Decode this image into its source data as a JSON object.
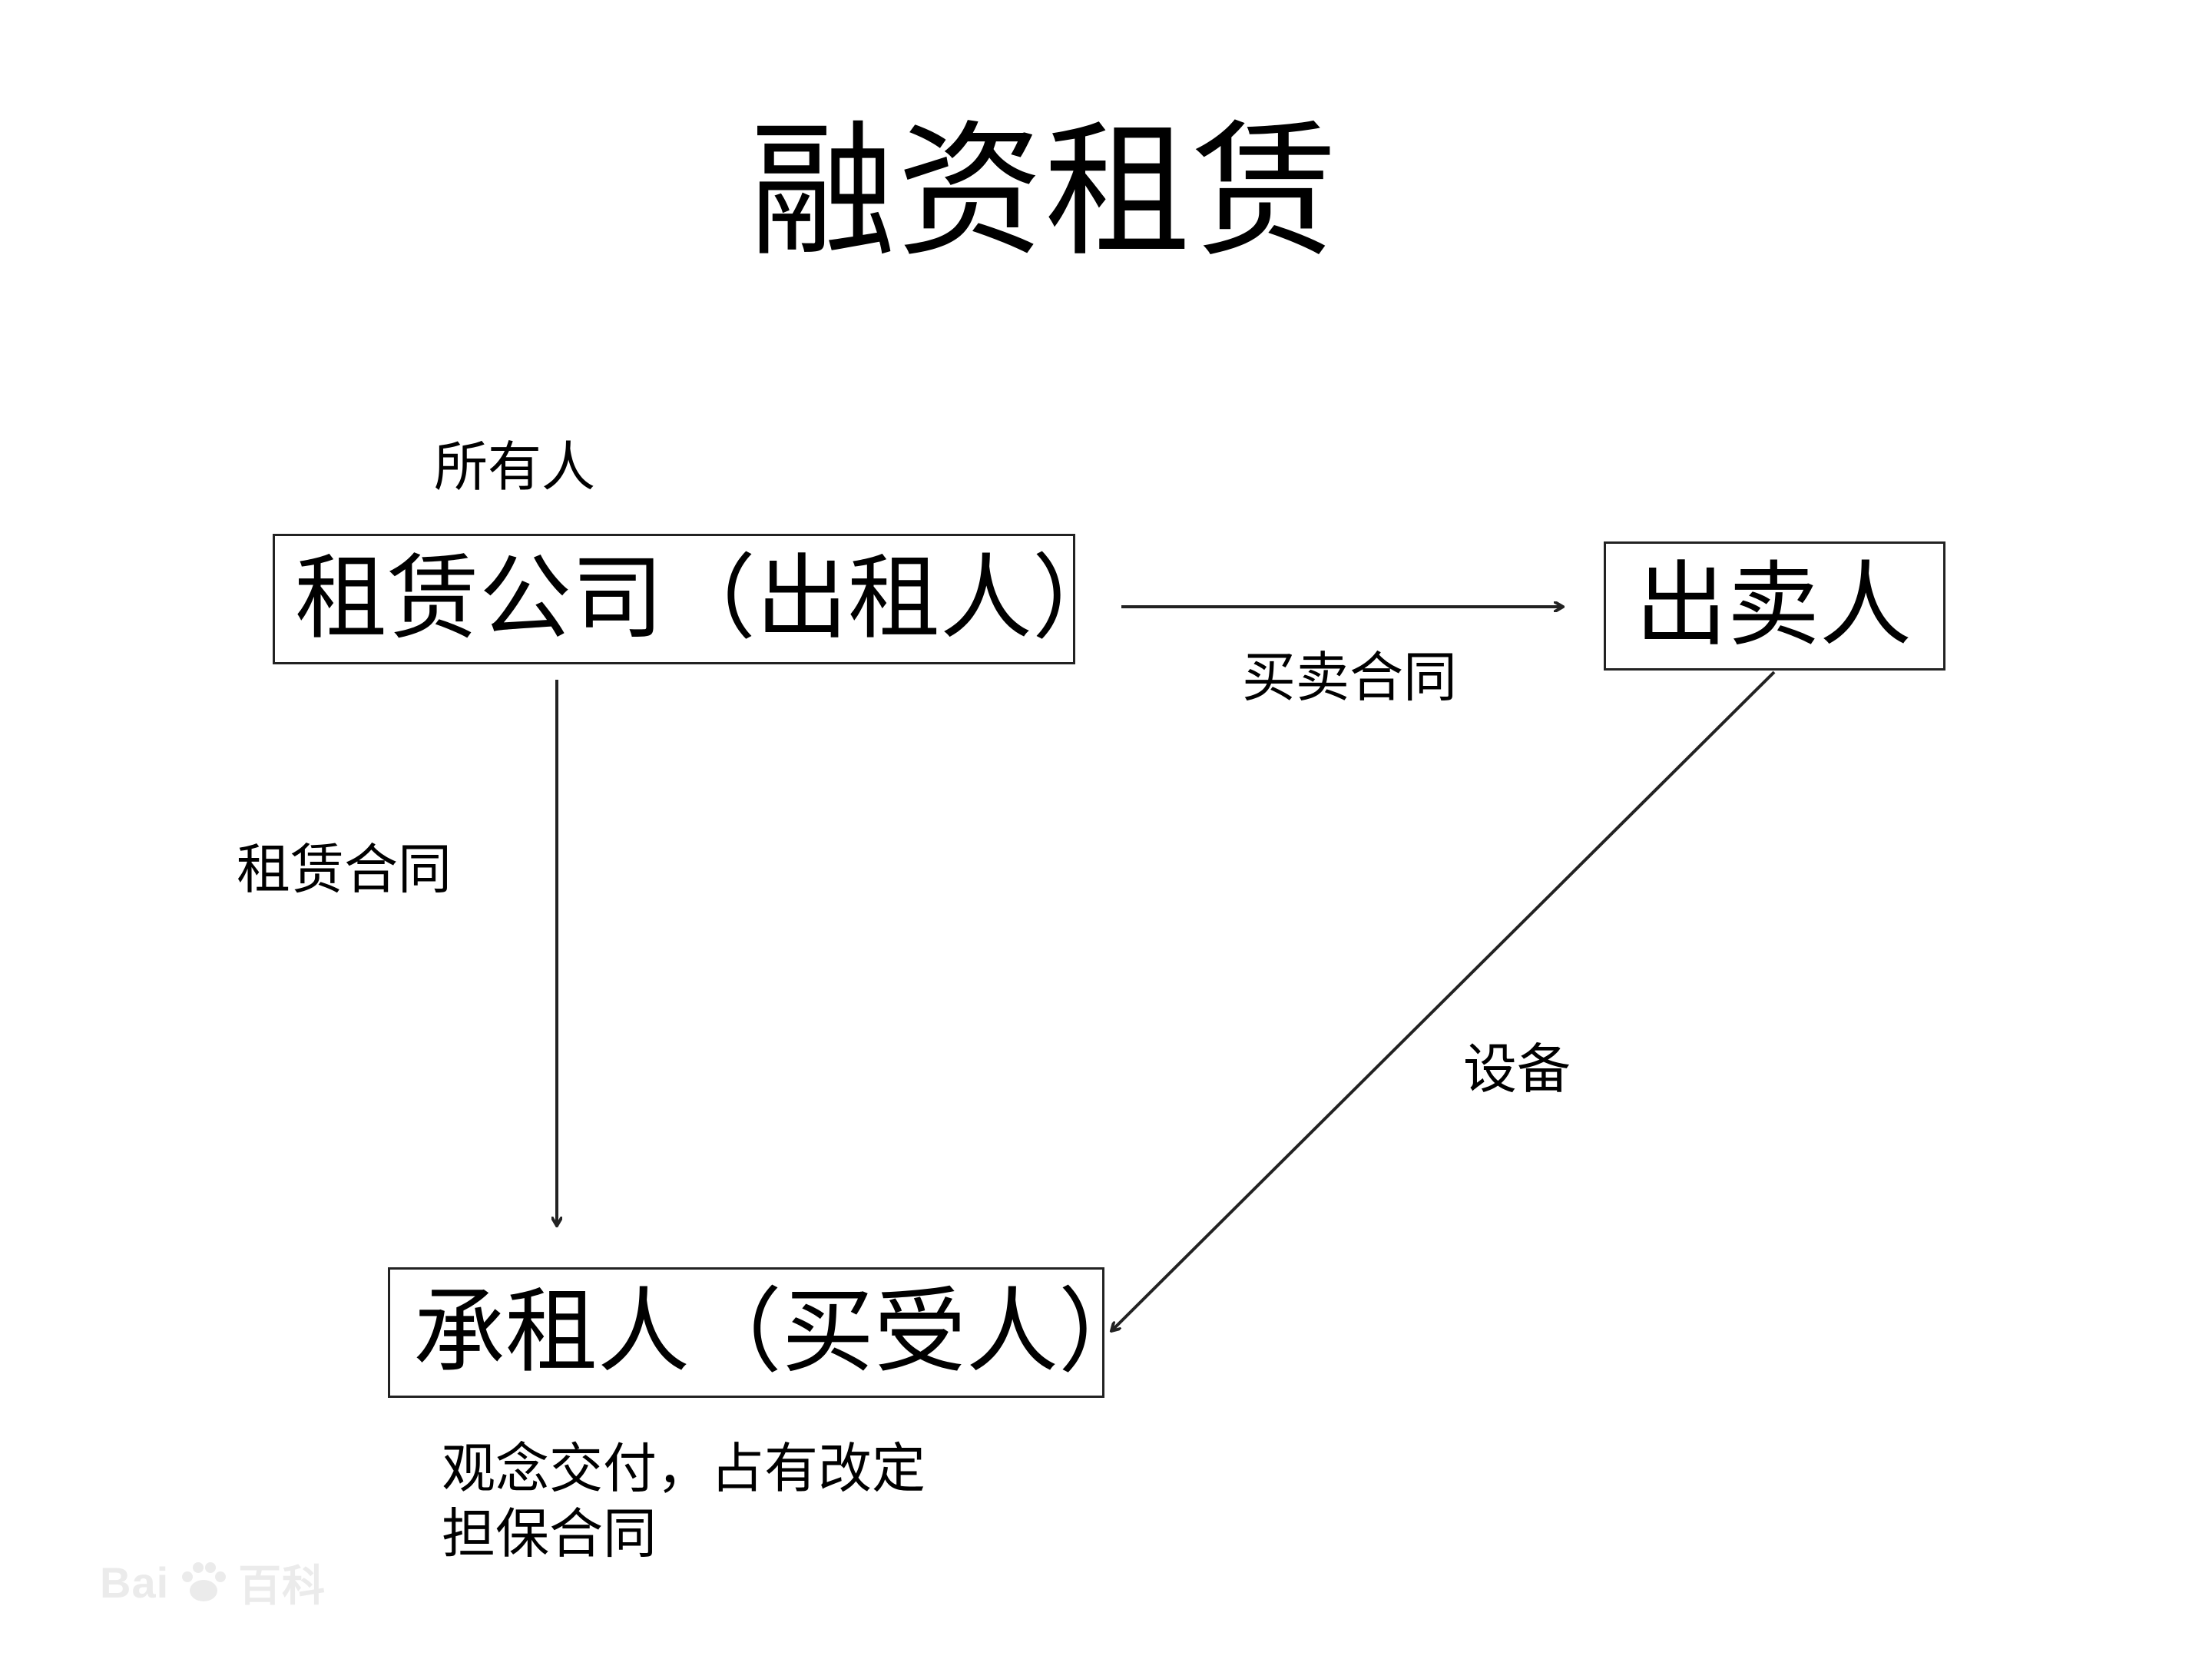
{
  "title": "融资租赁",
  "nodes": {
    "lessor": "租赁公司（出租人）",
    "seller": "出卖人",
    "lessee": "承租人（买受人）"
  },
  "labels": {
    "owner": "所有人",
    "sales_contract": "买卖合同",
    "lease_contract": "租赁合同",
    "equipment": "设备",
    "note_line_1": "观念交付，占有改定",
    "note_line_2": "担保合同"
  },
  "watermark": {
    "text_latin_start": "Bai",
    "text_latin_end": "百科"
  },
  "colors": {
    "line": "#222222",
    "text": "#000000",
    "background": "#ffffff"
  }
}
